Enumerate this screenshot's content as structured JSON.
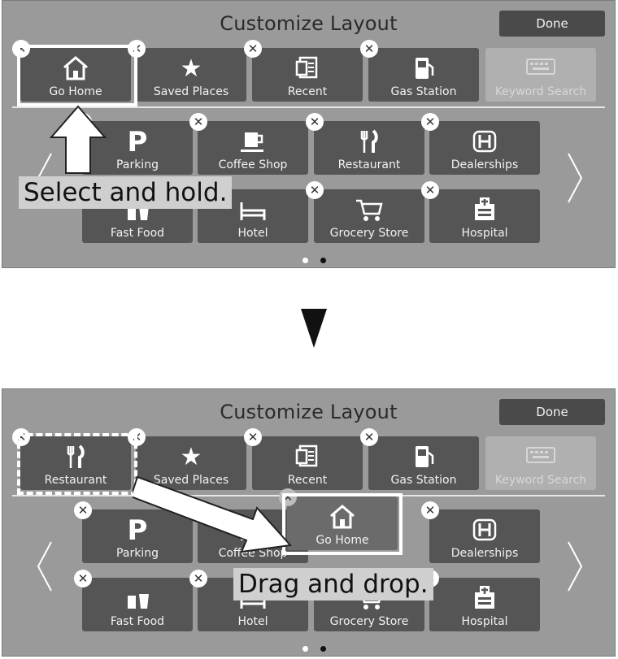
{
  "top": {
    "title": "Customize Layout",
    "done": "Done",
    "row1": [
      {
        "label": "Go Home",
        "icon": "home-icon"
      },
      {
        "label": "Saved Places",
        "icon": "star-icon"
      },
      {
        "label": "Recent",
        "icon": "recent-icon"
      },
      {
        "label": "Gas Station",
        "icon": "gas-station-icon"
      },
      {
        "label": "Keyword Search",
        "icon": "keyboard-icon"
      }
    ],
    "row2": [
      {
        "label": "Parking",
        "icon": "parking-icon"
      },
      {
        "label": "Coffee Shop",
        "icon": "coffee-icon"
      },
      {
        "label": "Restaurant",
        "icon": "fork-knife-icon"
      },
      {
        "label": "Dealerships",
        "icon": "honda-logo-icon"
      }
    ],
    "row3": [
      {
        "label": "Fast Food",
        "icon": "fast-food-icon"
      },
      {
        "label": "Hotel",
        "icon": "bed-icon"
      },
      {
        "label": "Grocery Store",
        "icon": "cart-icon"
      },
      {
        "label": "Hospital",
        "icon": "hospital-icon"
      }
    ],
    "caption": "Select and hold."
  },
  "bottom": {
    "title": "Customize Layout",
    "done": "Done",
    "row1": [
      {
        "label": "Restaurant",
        "icon": "fork-knife-icon"
      },
      {
        "label": "Saved Places",
        "icon": "star-icon"
      },
      {
        "label": "Recent",
        "icon": "recent-icon"
      },
      {
        "label": "Gas Station",
        "icon": "gas-station-icon"
      },
      {
        "label": "Keyword Search",
        "icon": "keyboard-icon"
      }
    ],
    "row2": [
      {
        "label": "Parking",
        "icon": "parking-icon"
      },
      {
        "label": "Coffee Shop",
        "icon": "coffee-icon"
      },
      {
        "label": "Go Home",
        "icon": "home-icon"
      },
      {
        "label": "Dealerships",
        "icon": "honda-logo-icon"
      }
    ],
    "row3": [
      {
        "label": "Fast Food",
        "icon": "fast-food-icon"
      },
      {
        "label": "Hotel",
        "icon": "bed-icon"
      },
      {
        "label": "Grocery Store",
        "icon": "cart-icon"
      },
      {
        "label": "Hospital",
        "icon": "hospital-icon"
      }
    ],
    "caption": "Drag and drop."
  },
  "colors": {
    "panel": "#9a9a9a",
    "tile": "#555555",
    "tile_dim": "#b0b0b0",
    "done": "#4a4a4a",
    "dot_active": "#ffffff",
    "dot_inactive": "#111111"
  }
}
